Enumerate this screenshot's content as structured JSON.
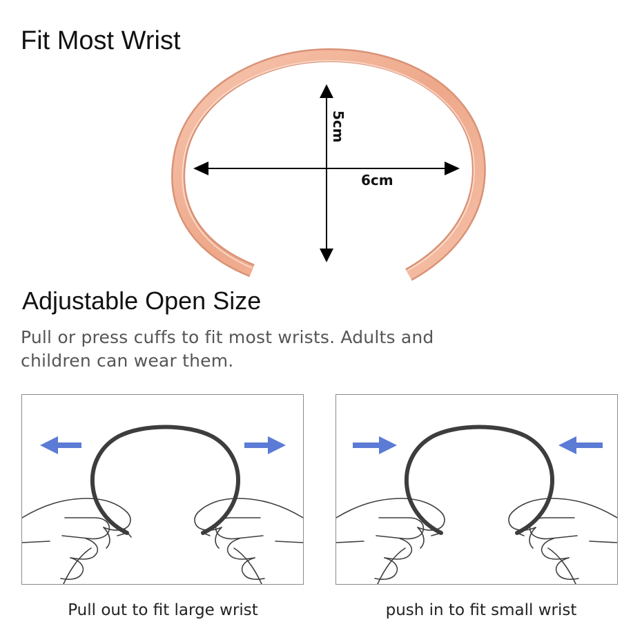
{
  "title": "Fit Most Wrist",
  "dimensions": {
    "height_label": "5cm",
    "width_label": "6cm"
  },
  "subtitle": "Adjustable Open Size",
  "description": "Pull or press cuffs to fit most wrists. Adults and children can wear them.",
  "panels": [
    {
      "caption": "Pull out to fit large wrist",
      "arrow_direction": "outward"
    },
    {
      "caption": "push in to fit small wrist",
      "arrow_direction": "inward"
    }
  ],
  "colors": {
    "bangle": "#f2b59a",
    "bangle_edge": "#d98a6b",
    "arrow": "#5b7bd5",
    "line_drawing": "#3d3d3d"
  }
}
